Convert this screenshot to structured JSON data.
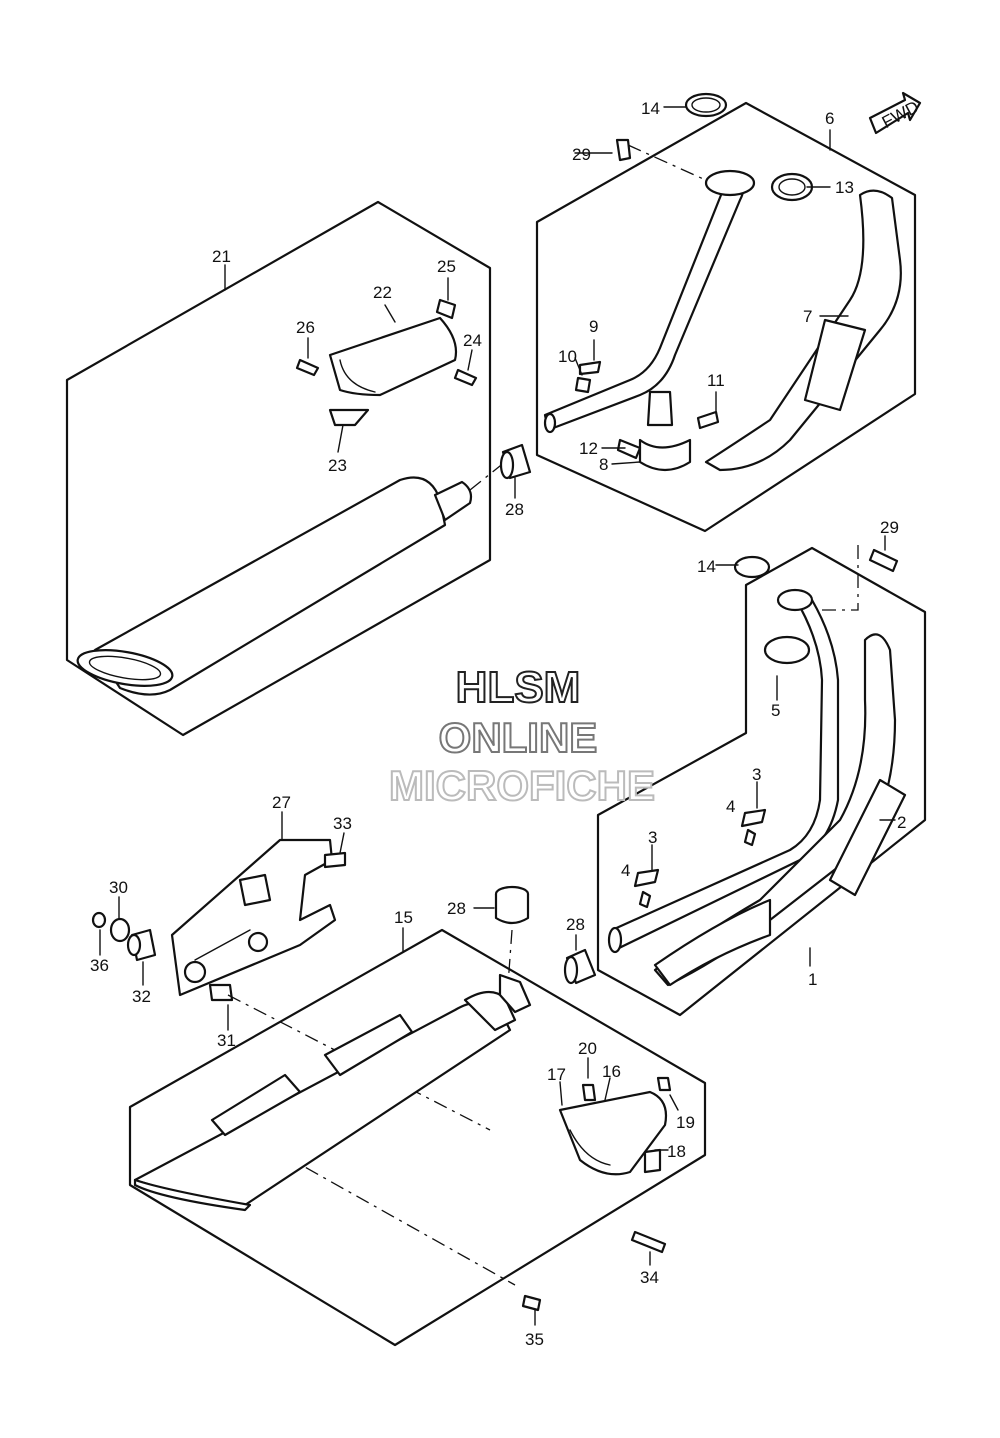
{
  "watermark": {
    "line1": "HLSM",
    "line2": "ONLINE",
    "line3": "MICROFICHE"
  },
  "fwd_label": "FWD",
  "callouts": [
    "1",
    "2",
    "3",
    "3",
    "4",
    "4",
    "5",
    "6",
    "7",
    "8",
    "9",
    "10",
    "11",
    "12",
    "13",
    "14",
    "14",
    "15",
    "16",
    "17",
    "18",
    "19",
    "20",
    "21",
    "22",
    "23",
    "24",
    "25",
    "26",
    "27",
    "28",
    "28",
    "28",
    "29",
    "29",
    "30",
    "31",
    "32",
    "33",
    "34",
    "35",
    "36"
  ],
  "colors": {
    "ink": "#111111",
    "paper": "#ffffff",
    "shade": "#d9d9d9"
  }
}
